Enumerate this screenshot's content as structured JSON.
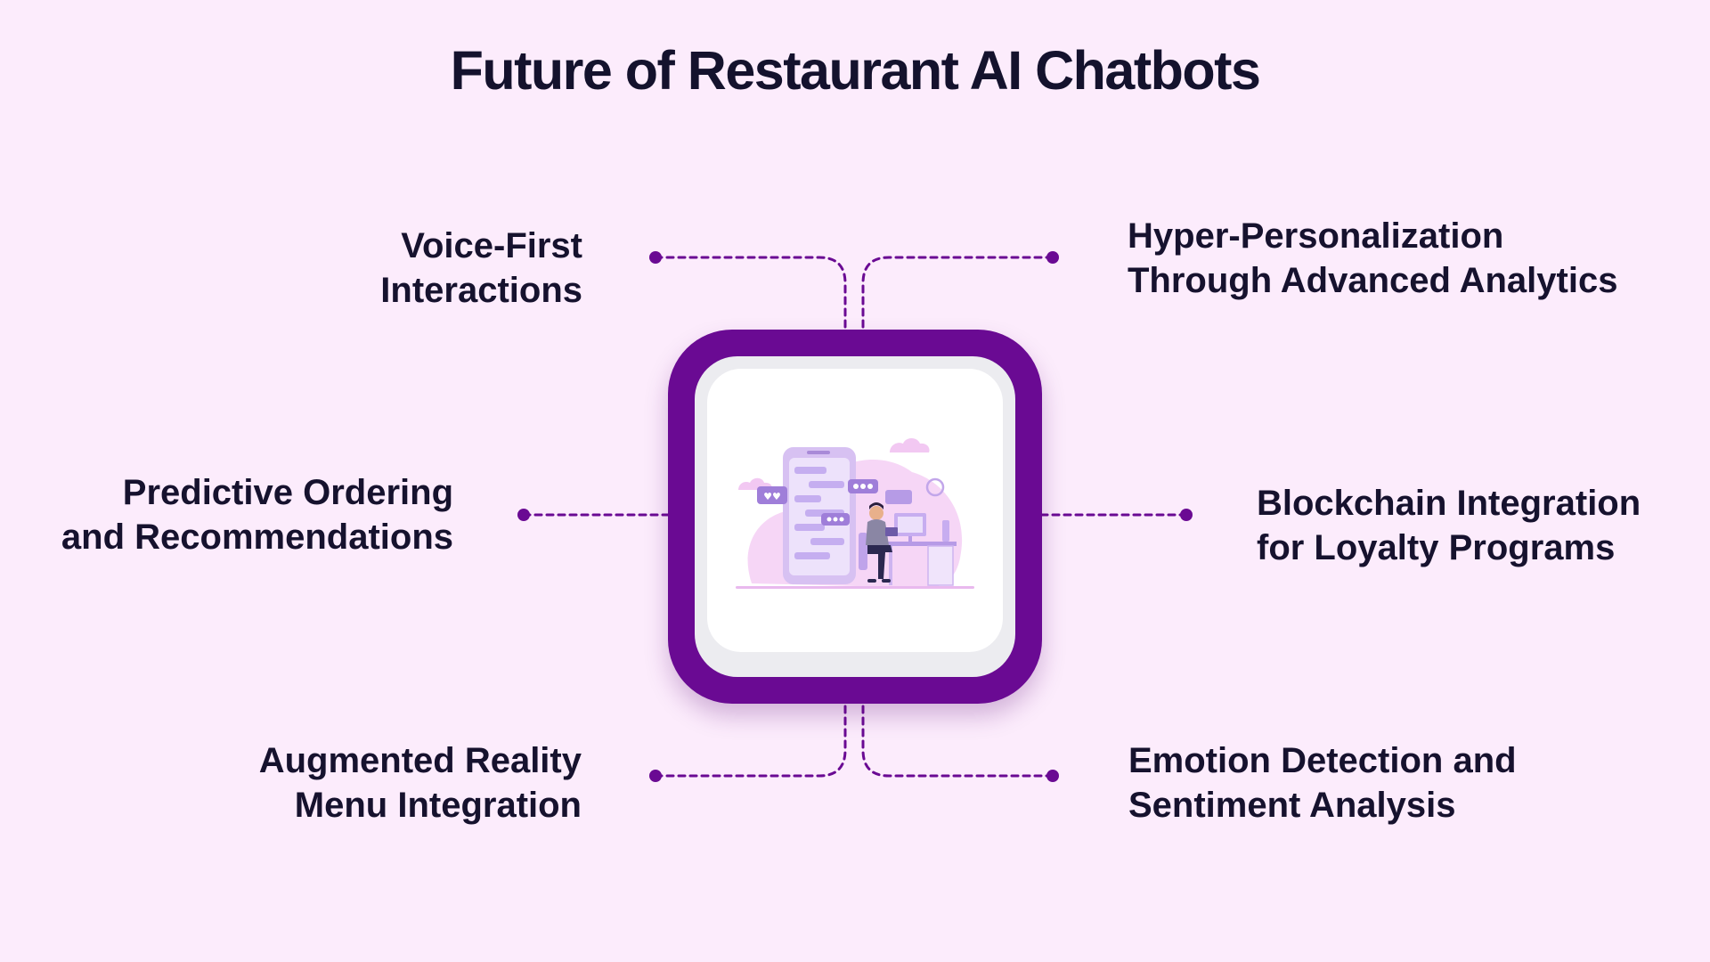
{
  "title": "Future of Restaurant AI Chatbots",
  "hub": {
    "icon": "chatbot-illustration-icon"
  },
  "features": {
    "voice": {
      "lines": [
        "Voice-First",
        "Interactions"
      ]
    },
    "predictive": {
      "lines": [
        "Predictive Ordering",
        "and Recommendations"
      ]
    },
    "augmented": {
      "lines": [
        "Augmented Reality",
        "Menu Integration"
      ]
    },
    "hyper": {
      "lines": [
        "Hyper-Personalization",
        "Through Advanced Analytics"
      ]
    },
    "blockchain": {
      "lines": [
        "Blockchain Integration",
        "for Loyalty Programs"
      ]
    },
    "emotion": {
      "lines": [
        "Emotion Detection and",
        "Sentiment Analysis"
      ]
    }
  },
  "colors": {
    "background": "#fcecfc",
    "accent": "#6a0a93",
    "text": "#16122e",
    "connector": "#6a0a93"
  }
}
